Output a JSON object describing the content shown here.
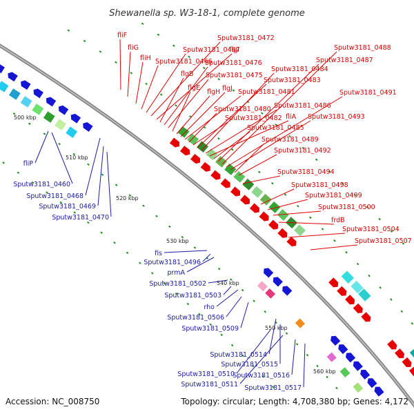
{
  "title": "Shewanella sp. W3-18-1, complete genome",
  "accession": "Accession: NC_008750",
  "topology": "Topology: circular; Length: 4,708,380 bp; Genes: 4,172",
  "kbp_labels": [
    "500 kbp",
    "510 kbp",
    "520 kbp",
    "530 kbp",
    "540 kbp",
    "550 kbp",
    "560 kbp"
  ],
  "forward_labels": [
    "fliF",
    "fliG",
    "fliH",
    "Sputw3181_0466",
    "Sputw3181_0467",
    "Sputw3181_0472",
    "flgI",
    "flgB",
    "Sputw3181_0476",
    "Sputw3181_0475",
    "flgE",
    "flgH",
    "flgJ",
    "Sputw3181_0481",
    "Sputw3181_0480",
    "Sputw3181_0482",
    "Sputw3181_0483",
    "Sputw3181_0484",
    "Sputw3181_0486",
    "fliA",
    "Sputw3181_0485",
    "Sputw3181_0487",
    "Sputw3181_0488",
    "Sputw3181_0491",
    "Sputw3181_0493",
    "Sputw3181_0489",
    "Sputw3181_0492",
    "Sputw3181_0494",
    "Sputw3181_0498",
    "Sputw3181_0499",
    "Sputw3181_0500",
    "frdB",
    "Sputw3181_0504",
    "Sputw3181_0507"
  ],
  "reverse_labels": [
    "fliP",
    "Sputw3181_0460",
    "Sputw3181_0468",
    "Sputw3181_0469",
    "Sputw3181_0470",
    "fis",
    "Sputw3181_0496",
    "prmA",
    "Sputw3181_0502",
    "Sputw3181_0503",
    "rho",
    "Sputw3181_0506",
    "Sputw3181_0509",
    "Sputw3181_0514",
    "Sputw3181_0515",
    "Sputw3181_0510",
    "Sputw3181_0516",
    "Sputw3181_0511",
    "Sputw3181_0517"
  ]
}
